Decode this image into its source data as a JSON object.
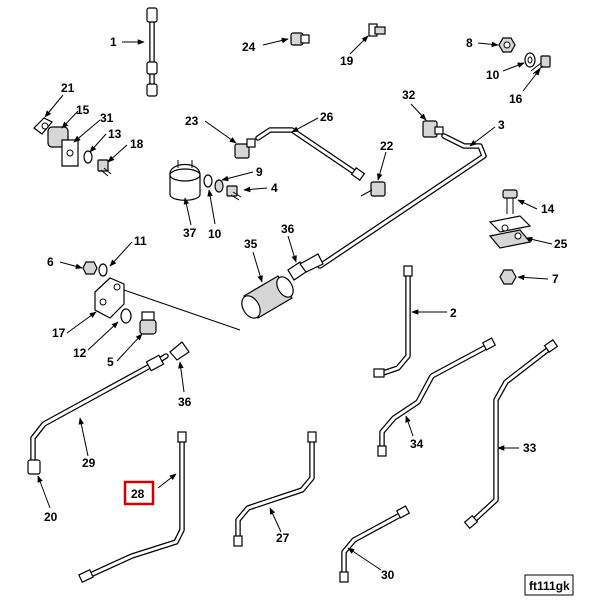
{
  "diagram_reference": "ft111gk",
  "highlight_color": "#d00000",
  "highlighted_callout": "28",
  "callouts": {
    "c1": "1",
    "c2": "2",
    "c3": "3",
    "c4": "4",
    "c5": "5",
    "c6": "6",
    "c7": "7",
    "c8": "8",
    "c9": "9",
    "c10a": "10",
    "c10b": "10",
    "c11": "11",
    "c12": "12",
    "c13": "13",
    "c14": "14",
    "c15": "15",
    "c16": "16",
    "c17": "17",
    "c18": "18",
    "c19": "19",
    "c20": "20",
    "c21": "21",
    "c22": "22",
    "c23": "23",
    "c24": "24",
    "c25": "25",
    "c26": "26",
    "c27": "27",
    "c28": "28",
    "c29": "29",
    "c30": "30",
    "c31": "31",
    "c32": "32",
    "c33": "33",
    "c34": "34",
    "c35": "35",
    "c36a": "36",
    "c36b": "36",
    "c37": "37"
  }
}
